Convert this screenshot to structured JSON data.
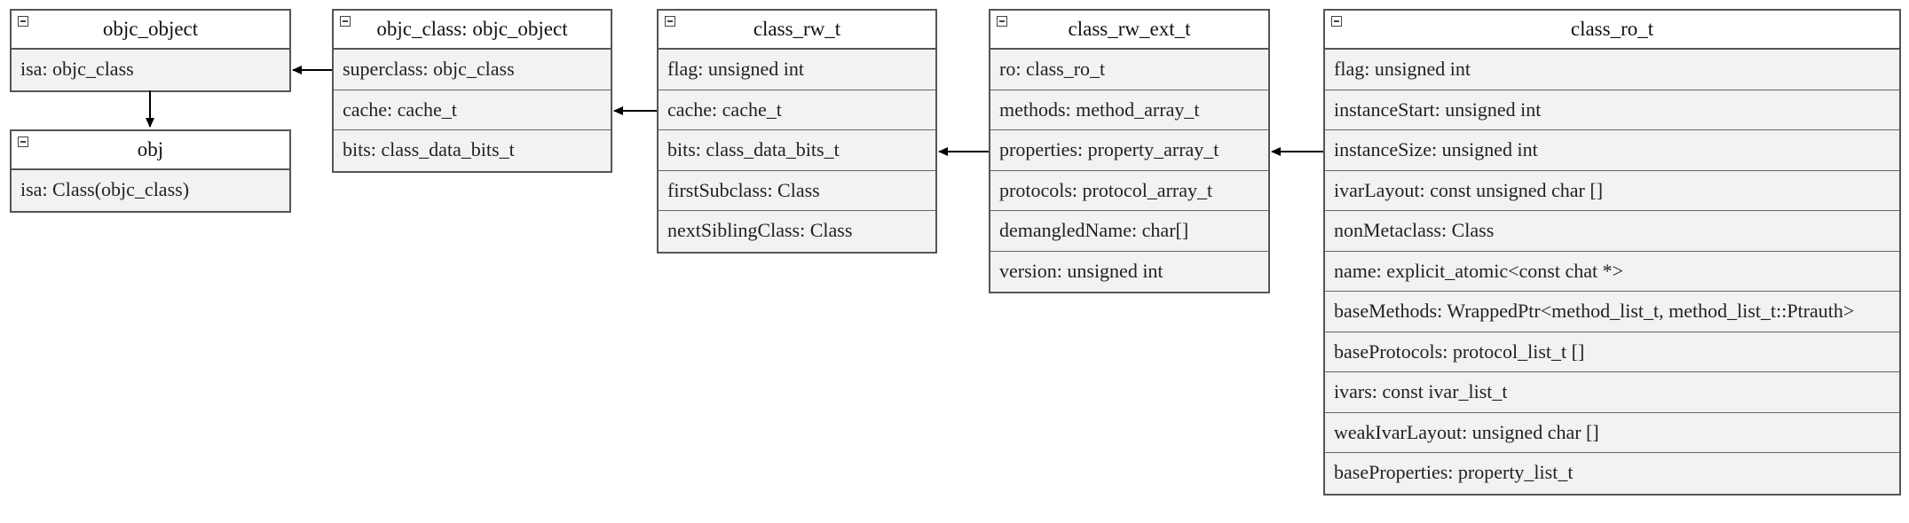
{
  "classes": {
    "objc_object": {
      "title": "objc_object",
      "fields": [
        "isa: objc_class"
      ]
    },
    "obj": {
      "title": "obj",
      "fields": [
        "isa: Class(objc_class)"
      ]
    },
    "objc_class": {
      "title": "objc_class: objc_object",
      "fields": [
        "superclass: objc_class",
        "cache: cache_t",
        "bits: class_data_bits_t"
      ]
    },
    "class_rw_t": {
      "title": "class_rw_t",
      "fields": [
        "flag: unsigned int",
        "cache: cache_t",
        "bits: class_data_bits_t",
        "firstSubclass: Class",
        "nextSiblingClass: Class"
      ]
    },
    "class_rw_ext_t": {
      "title": "class_rw_ext_t",
      "fields": [
        "ro: class_ro_t",
        "methods: method_array_t",
        "properties: property_array_t",
        "protocols: protocol_array_t",
        "demangledName: char[]",
        "version: unsigned int"
      ]
    },
    "class_ro_t": {
      "title": "class_ro_t",
      "fields": [
        "flag: unsigned int",
        "instanceStart: unsigned int",
        "instanceSize: unsigned int",
        "ivarLayout: const unsigned char []",
        "nonMetaclass: Class",
        "name: explicit_atomic<const chat *>",
        "baseMethods: WrappedPtr<method_list_t, method_list_t::Ptrauth>",
        "baseProtocols: protocol_list_t []",
        "ivars: const ivar_list_t",
        "weakIvarLayout: unsigned char []",
        "baseProperties: property_list_t"
      ]
    }
  },
  "colors": {
    "row_fill": "#f2f2f2",
    "border": "#555555",
    "edge": "#000000"
  }
}
